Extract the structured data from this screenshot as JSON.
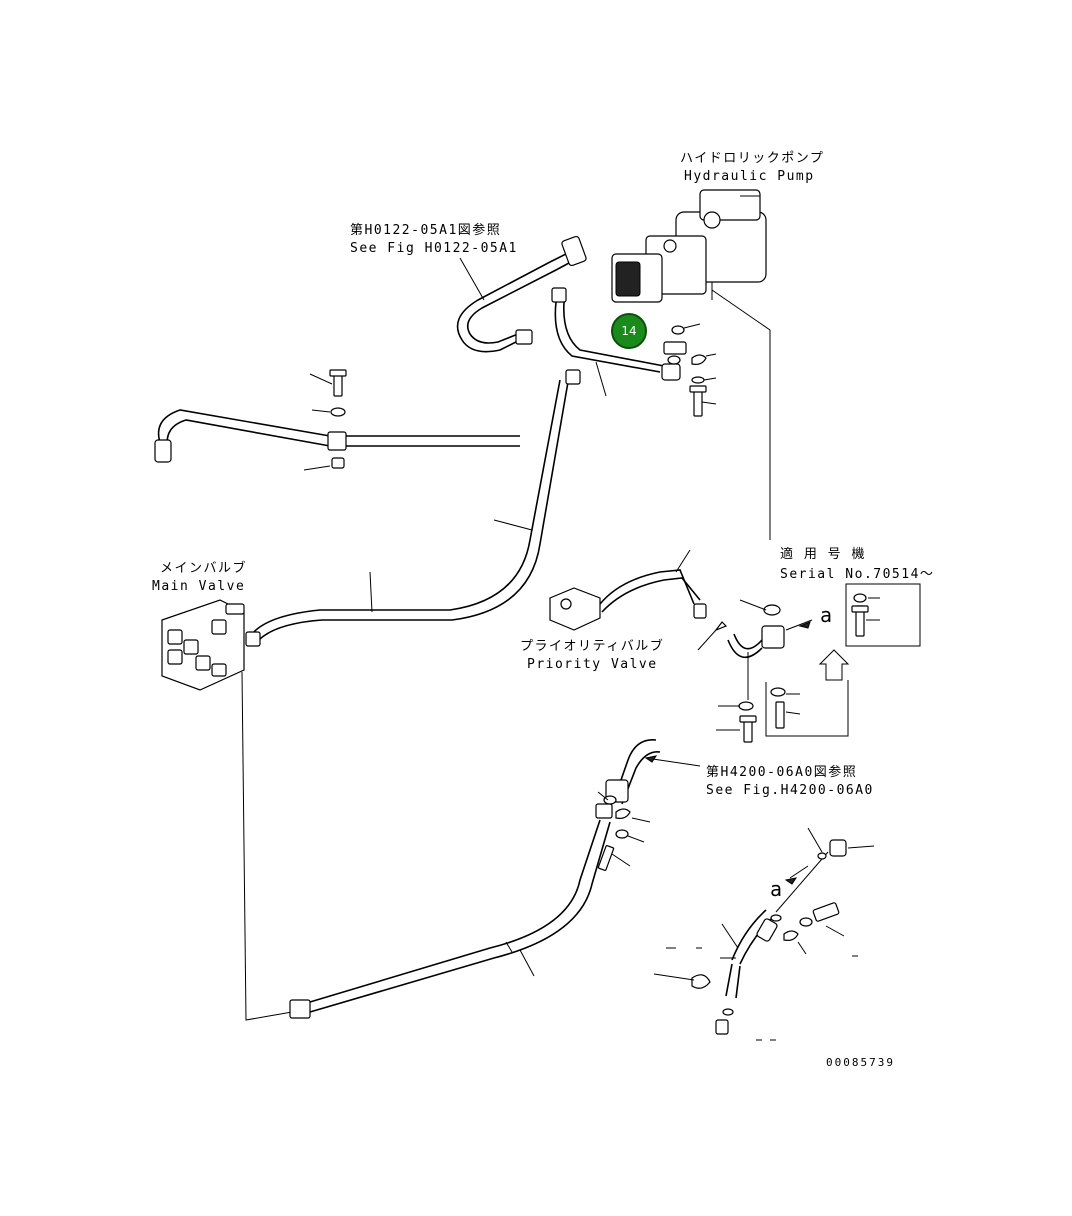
{
  "labels": {
    "hydraulic_pump_jp": "ハイドロリックポンプ",
    "hydraulic_pump_en": "Hydraulic Pump",
    "fig_ref1_jp": "第H0122-05A1図参照",
    "fig_ref1_en": "See Fig H0122-05A1",
    "main_valve_jp": "メインバルブ",
    "main_valve_en": "Main Valve",
    "priority_valve_jp": "プライオリティバルブ",
    "priority_valve_en": "Priority Valve",
    "serial_jp": "適 用 号 機",
    "serial_en": "Serial No.70514～",
    "fig_ref2_jp": "第H4200-06A0図参照",
    "fig_ref2_en": "See Fig.H4200-06A0",
    "detail_a_1": "a",
    "detail_a_2": "a",
    "drawing_number": "00085739"
  },
  "callouts": [
    {
      "number": "14",
      "color": "#1a8a1a"
    }
  ]
}
